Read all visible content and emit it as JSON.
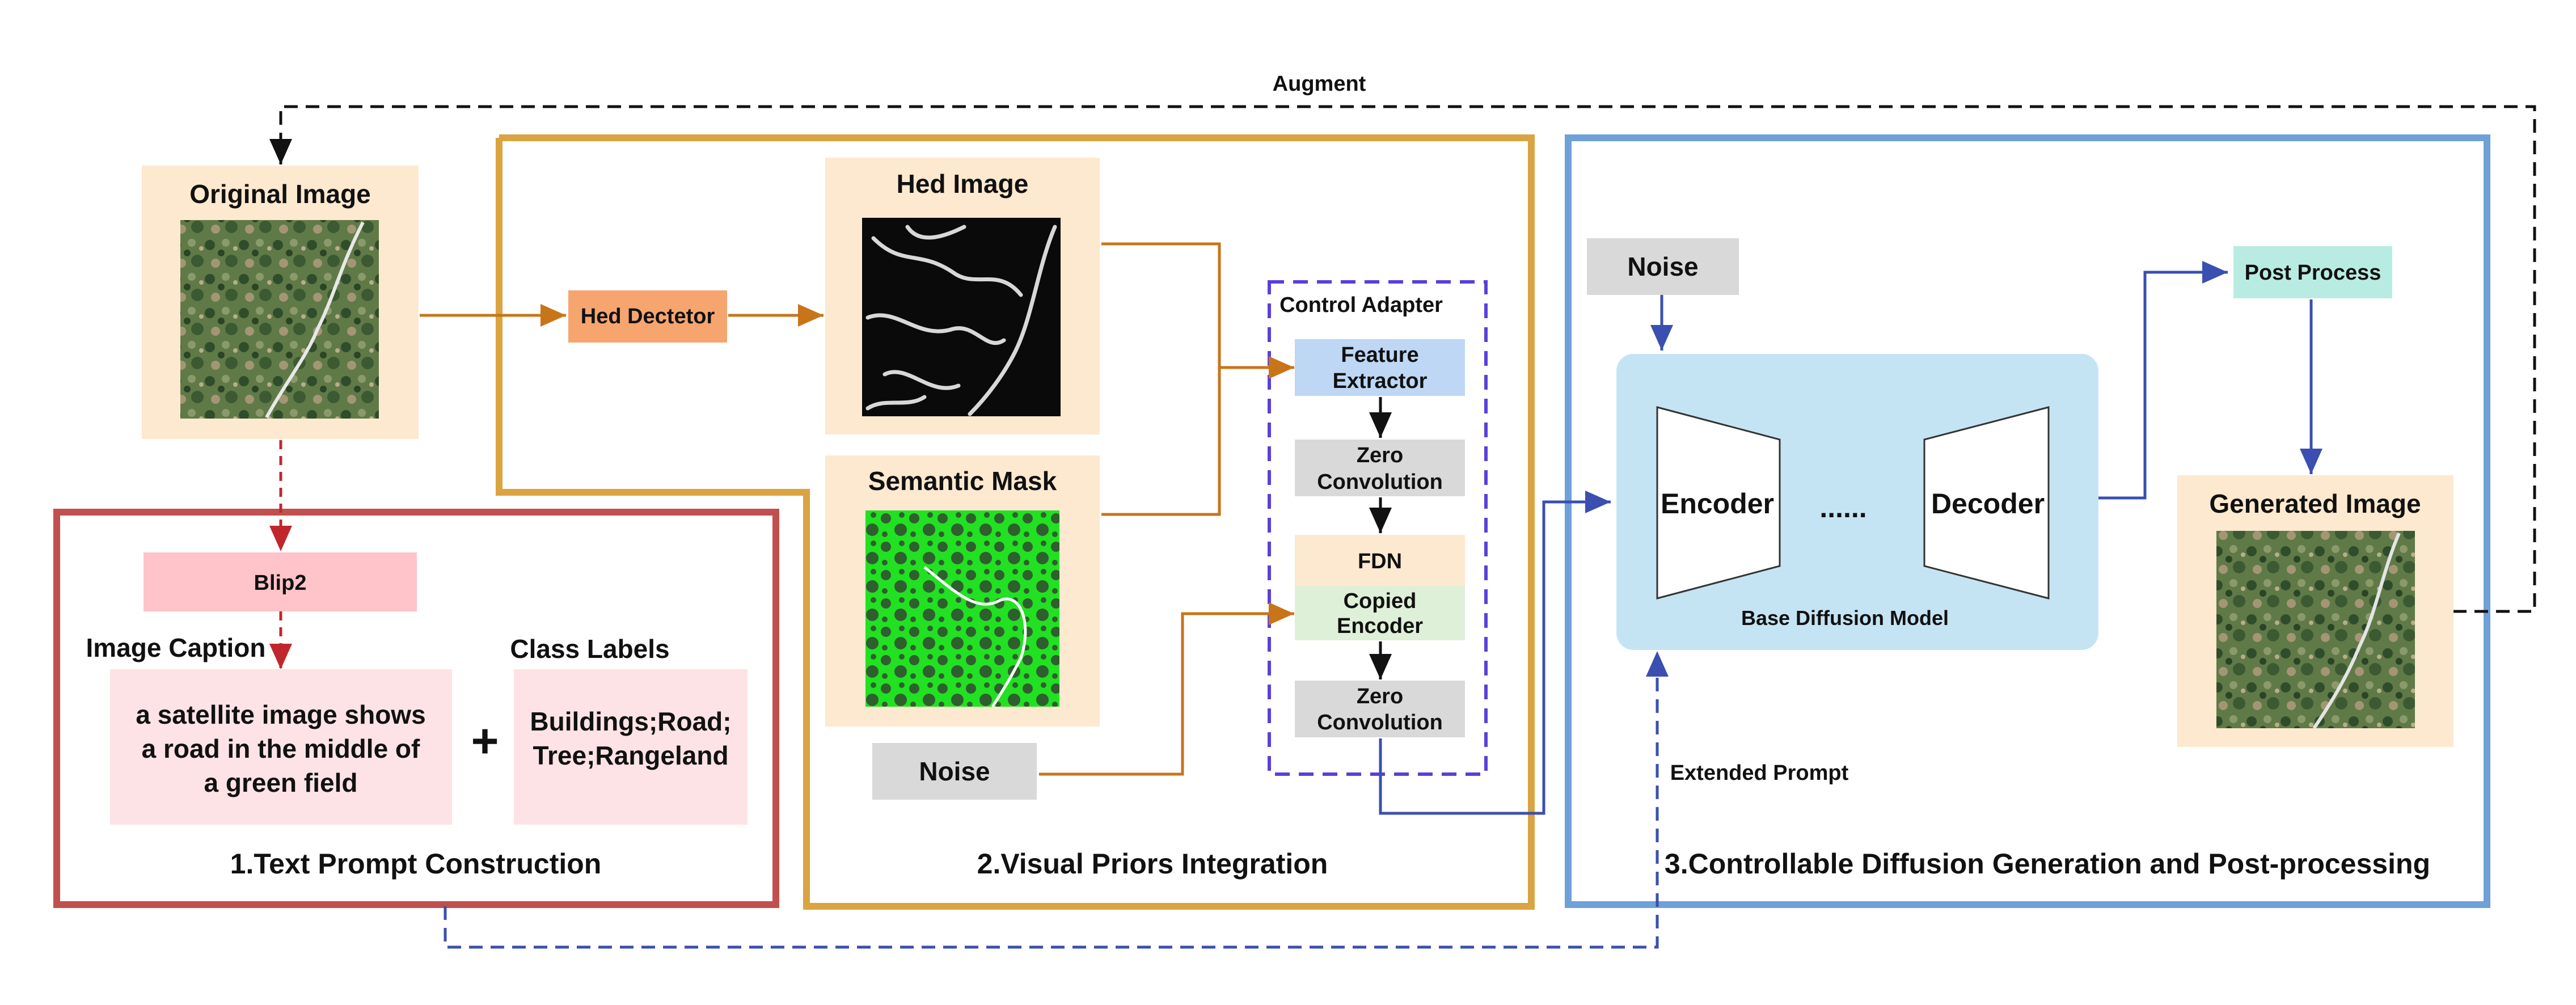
{
  "colors": {
    "section1": "#c0504d",
    "section2": "#d9a441",
    "section3": "#6fa0d8",
    "adapter": "#5b3fd9",
    "orange_arrow": "#c8751a",
    "blue_arrow": "#3a4fb0",
    "red_arrow": "#c0272d",
    "black_arrow": "#111111",
    "panel_peach": "#fde9cf",
    "panel_pink": "#fde3e5",
    "blip": "#ffc4c9",
    "hed_detector": "#f6a56f",
    "feature": "#bdd7f5",
    "noise": "#d9d9d9",
    "fdn": "#fde9cf",
    "copied": "#dff0d8",
    "post": "#b8ece2",
    "diffusion": "#c5e4f3"
  },
  "nodes": {
    "original_image": "Original   Image",
    "hed_detector": "Hed Dectetor",
    "hed_image": "Hed Image",
    "semantic_mask": "Semantic Mask",
    "noise_left": "Noise",
    "noise_right": "Noise",
    "blip2": "Blip2",
    "image_caption": "Image Caption",
    "class_labels": "Class Labels",
    "caption_lines": [
      "a satellite image shows",
      "a road in the middle of",
      "a green field"
    ],
    "plus": "+",
    "labels_lines": [
      "Buildings;Road;",
      "Tree;Rangeland"
    ],
    "control_adapter": "Control Adapter",
    "feature_extractor": [
      "Feature",
      "Extractor"
    ],
    "zero_conv_1": [
      "Zero",
      "Convolution"
    ],
    "fdn": "FDN",
    "copied_encoder": [
      "Copied",
      "Encoder"
    ],
    "zero_conv_2": [
      "Zero",
      "Convolution"
    ],
    "encoder": "Encoder",
    "dots": "......",
    "decoder": "Decoder",
    "base_diffusion": "Base Diffusion Model",
    "post_process": "Post Process",
    "generated_image": "Generated   Image"
  },
  "edges": {
    "augment": "Augment",
    "extended_prompt": "Extended Prompt"
  },
  "sections": {
    "s1": "1.Text Prompt Construction",
    "s2": "2.Visual Priors Integration",
    "s3": "3.Controllable Diffusion Generation and Post-processing"
  },
  "images": {
    "original": "satellite-original",
    "hed": "hed-edge-map",
    "mask": "semantic-mask-map",
    "generated": "satellite-generated"
  }
}
